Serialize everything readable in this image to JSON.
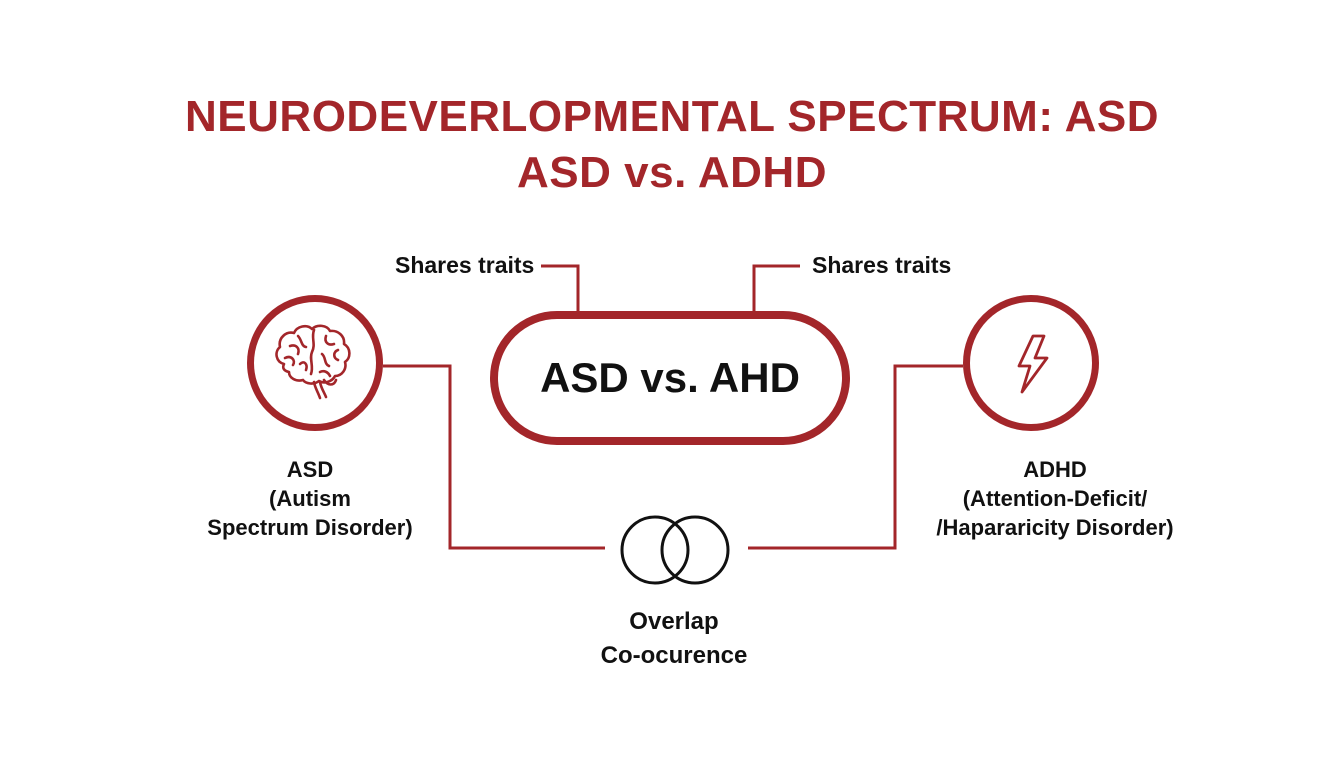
{
  "colors": {
    "accent": "#a3262a",
    "text": "#111111",
    "background": "#ffffff"
  },
  "title": {
    "line1": "NEURODEVERLOPMENTAL SPECTRUM:  ASD",
    "line2": "ASD vs. ADHD"
  },
  "connectors": {
    "left_label": "Shares traits",
    "right_label": "Shares traits"
  },
  "center": {
    "label": "ASD vs. AHD"
  },
  "asd": {
    "icon": "brain-icon",
    "line1": "ASD",
    "line2": "(Autism",
    "line3": "Spectrum Disorder)"
  },
  "adhd": {
    "icon": "lightning-bolt-icon",
    "line1": "ADHD",
    "line2": "(Attention-Deficit/",
    "line3": "/Hapararicity Disorder)"
  },
  "overlap": {
    "icon": "venn-diagram-icon",
    "line1": "Overlap",
    "line2": "Co-ocurence"
  }
}
